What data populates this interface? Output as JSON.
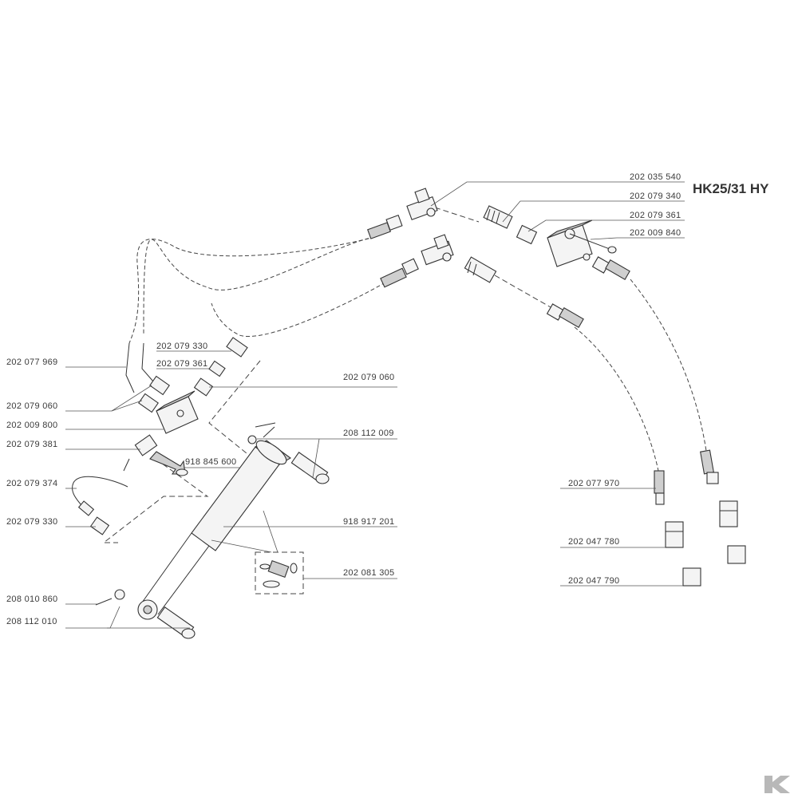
{
  "title": "HK25/31 HY",
  "parts": {
    "p202035540": "202 035 540",
    "p202079340": "202 079 340",
    "p202079361a": "202 079 361",
    "p202009840": "202 009 840",
    "p202079330a": "202 079 330",
    "p202077969": "202 077 969",
    "p202079361b": "202 079 361",
    "p202079060a": "202 079 060",
    "p202079060b": "202 079 060",
    "p202009800": "202 009 800",
    "p208112009": "208 112 009",
    "p202079381": "202 079 381",
    "p918845600": "918 845 600",
    "p202079374": "202 079 374",
    "p202077970": "202 077 970",
    "p918917201": "918 917 201",
    "p202079330b": "202 079 330",
    "p202047780": "202 047 780",
    "p202081305": "202 081 305",
    "p202047790": "202 047 790",
    "p208010860": "208 010 860",
    "p208112010": "208 112 010"
  },
  "brand_mark": "K"
}
